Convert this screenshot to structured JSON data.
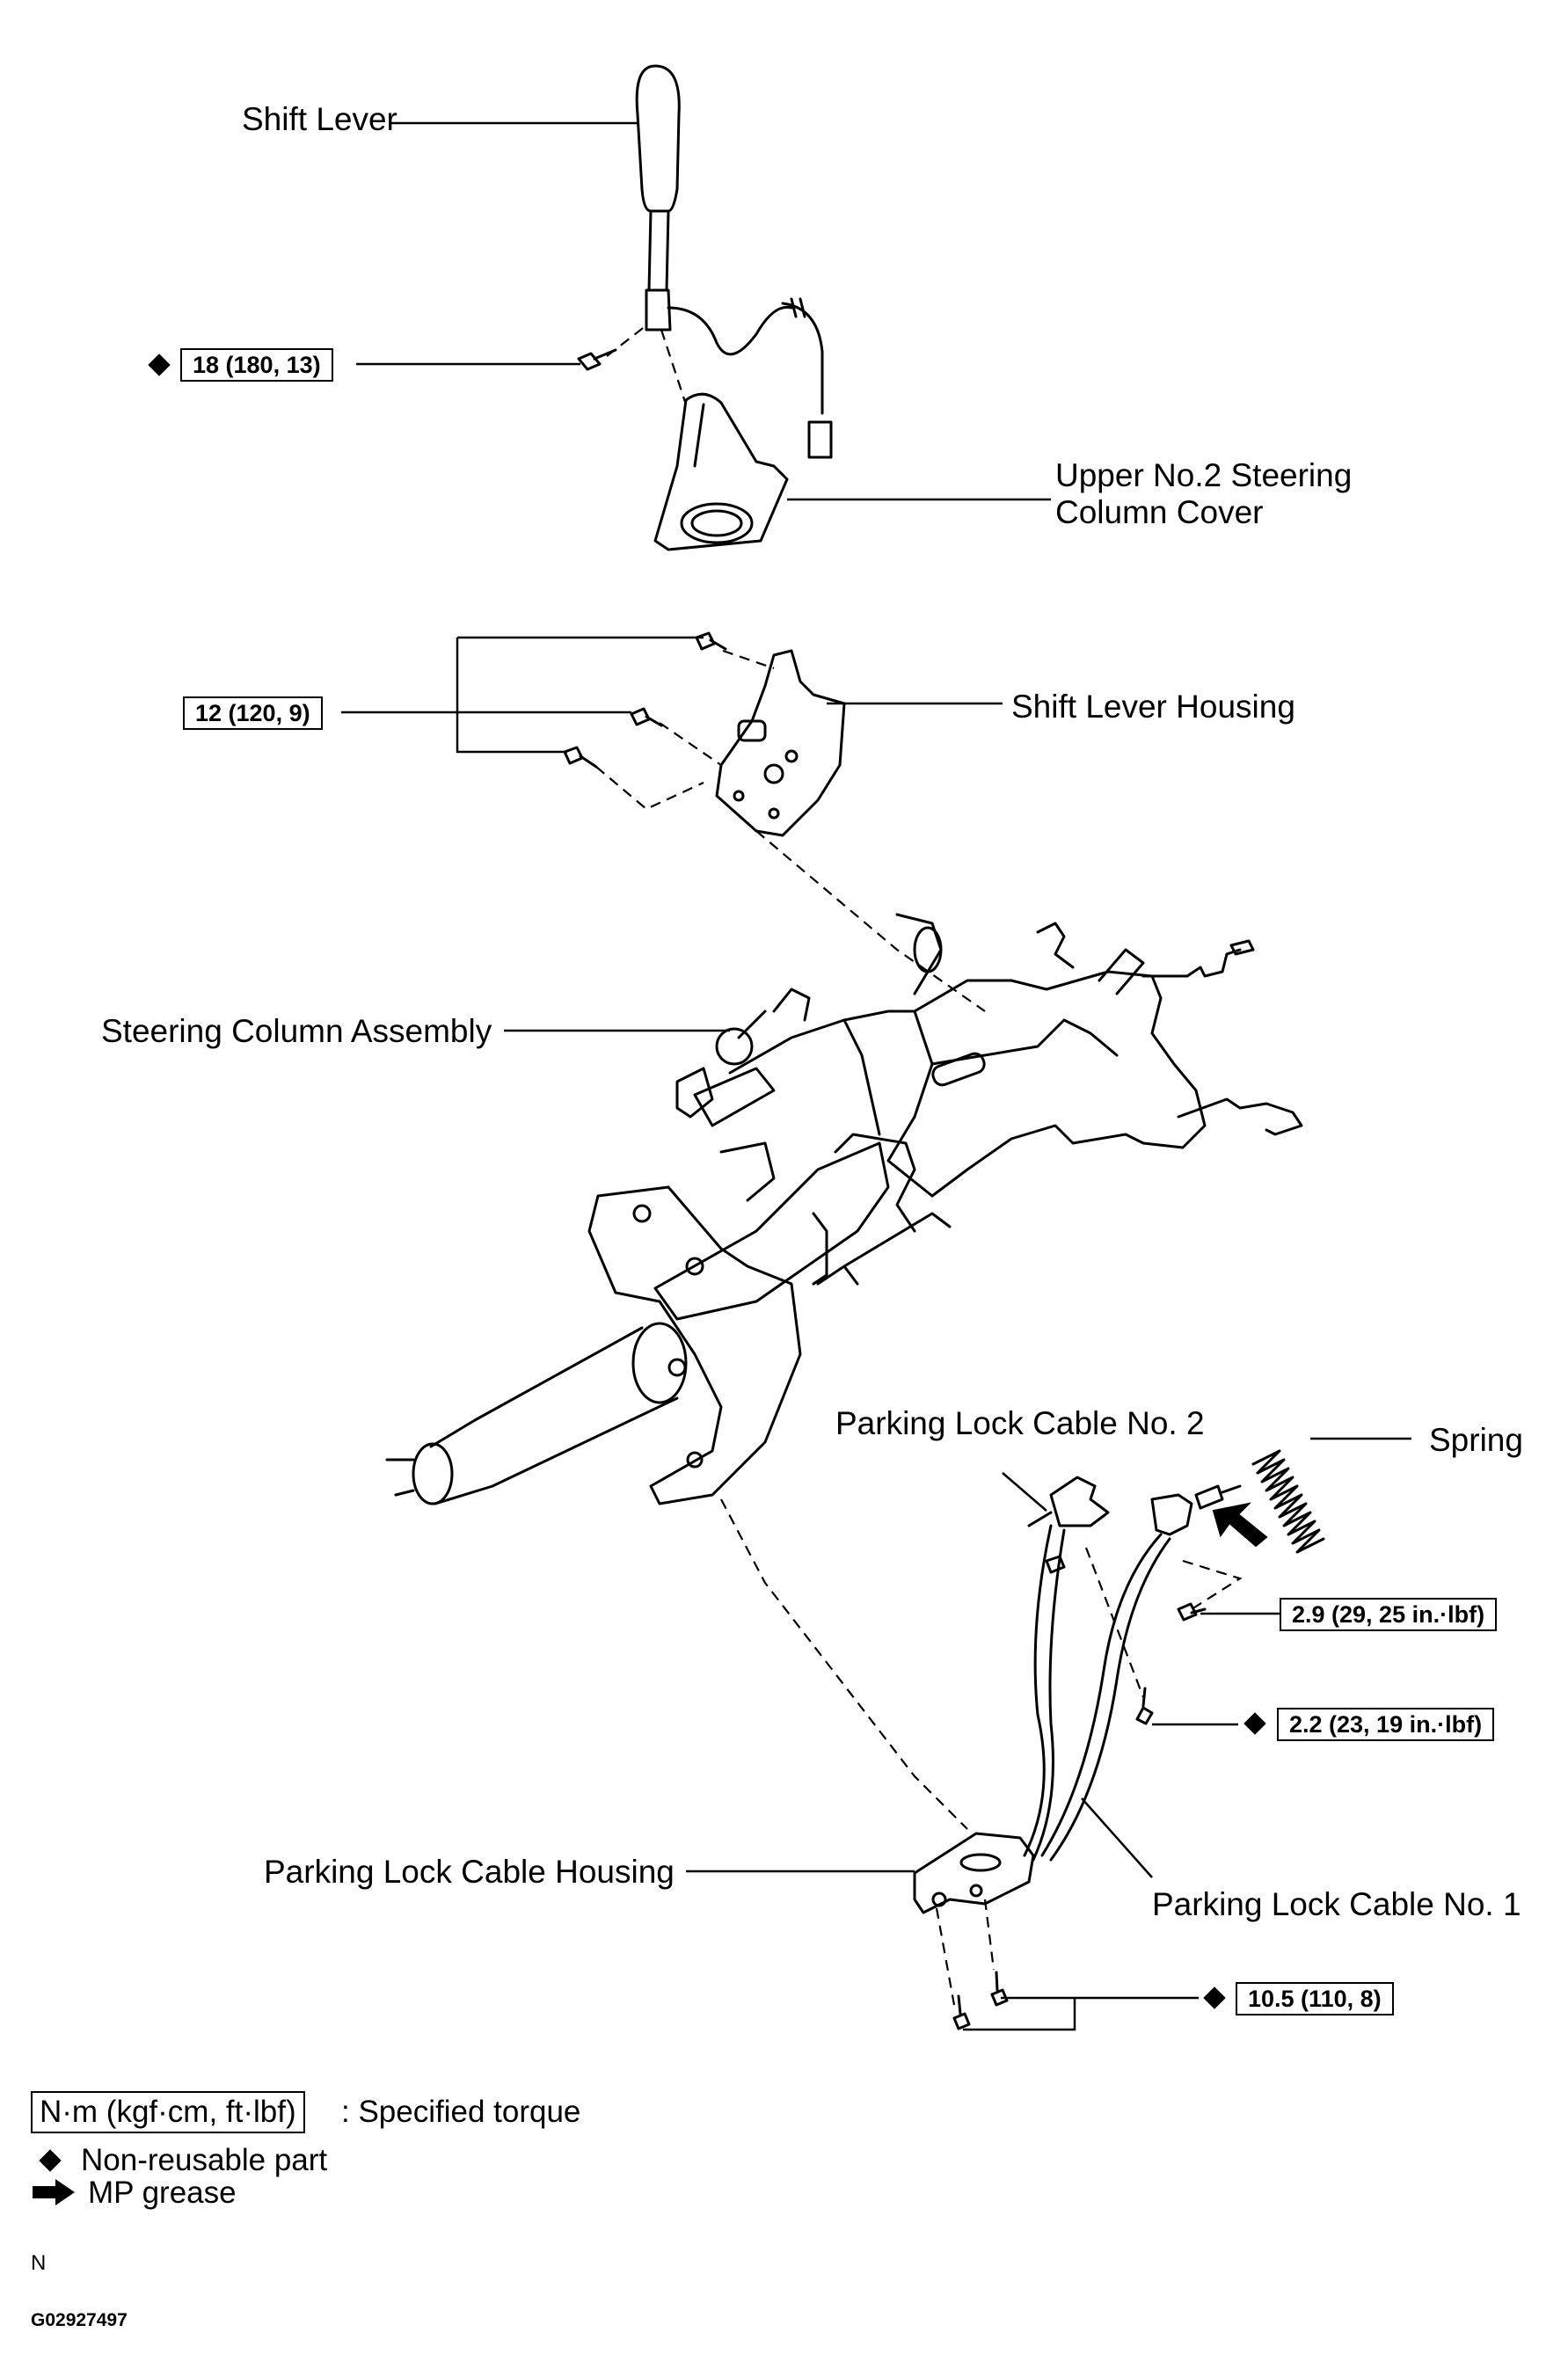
{
  "labels": {
    "shift_lever": "Shift Lever",
    "upper_cover_line1": "Upper No.2 Steering",
    "upper_cover_line2": "Column Cover",
    "shift_lever_housing": "Shift Lever Housing",
    "steering_column_assembly": "Steering Column Assembly",
    "parking_lock_cable_no2": "Parking Lock Cable No. 2",
    "spring": "Spring",
    "parking_lock_cable_housing": "Parking Lock Cable Housing",
    "parking_lock_cable_no1": "Parking Lock Cable No. 1"
  },
  "torques": {
    "shift_lever_bolt": "18 (180, 13)",
    "housing_bolts": "12 (120, 9)",
    "cable_bracket_bolt": "2.9 (29, 25 in.·lbf)",
    "cable_no2_bolt": "2.2 (23, 19 in.·lbf)",
    "cable_housing_bolts": "10.5 (110, 8)"
  },
  "legend": {
    "torque_unit_box": "N·m (kgf·cm, ft·lbf)",
    "torque_desc": ": Specified torque",
    "non_reusable": "Non-reusable part",
    "mp_grease": "MP grease"
  },
  "footer": {
    "letter": "N",
    "code": "G02927497"
  }
}
